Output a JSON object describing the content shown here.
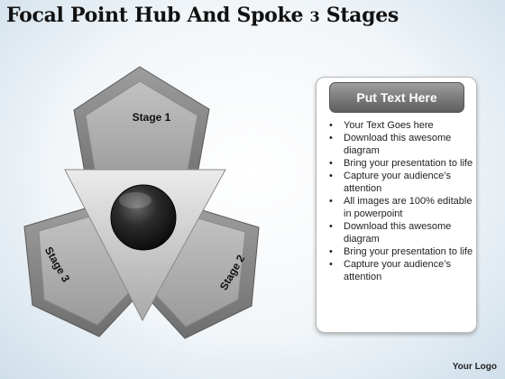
{
  "title": {
    "main": "Focal Point Hub And Spoke",
    "number": "3",
    "last": "Stages"
  },
  "stages": [
    "Stage 1",
    "Stage 2",
    "Stage 3"
  ],
  "panel": {
    "header": "Put Text Here",
    "bullets": [
      "Your Text Goes here",
      "Download this awesome diagram",
      "Bring your presentation to life",
      "Capture your audience’s attention",
      "All images are 100% editable in powerpoint",
      "Download this awesome diagram",
      "Bring your presentation to life",
      "Capture your audience’s attention"
    ]
  },
  "logo": "Your Logo",
  "colors": {
    "pentagon_fill": "#8c8c8c",
    "pentagon_inner": "#adadad",
    "triangle_fill": "#d9d9d9",
    "hub": "#1f1f1f",
    "header_fill": "#7a7a7a"
  }
}
